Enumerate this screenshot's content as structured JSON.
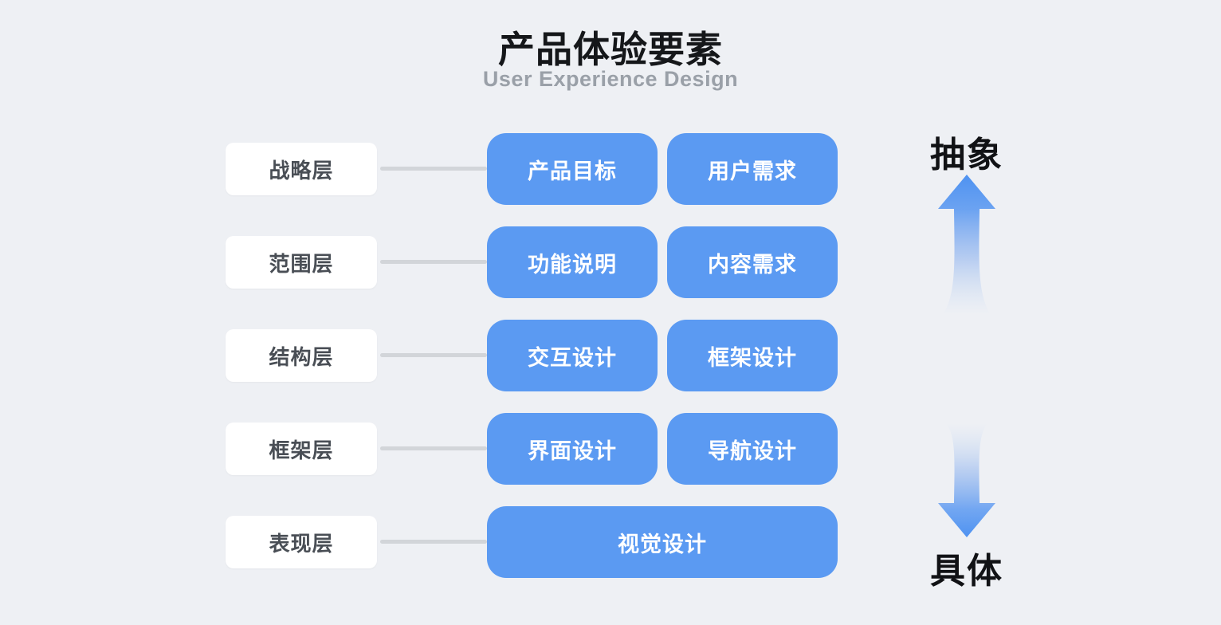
{
  "title": {
    "text": "产品体验要素",
    "subtitle": "User Experience Design"
  },
  "colors": {
    "background": "#eef0f4",
    "element_blue": "#5b9af2",
    "arrow_blue": "#4e92f1",
    "connector_gray": "#d2d5d9",
    "label_box_bg": "#ffffff",
    "label_text": "#494e55",
    "title_text": "#15171a",
    "subtitle_text": "#9aa0a8",
    "axis_text": "#111215"
  },
  "layers": [
    {
      "label": "战略层",
      "items": [
        "产品目标",
        "用户需求"
      ]
    },
    {
      "label": "范围层",
      "items": [
        "功能说明",
        "内容需求"
      ]
    },
    {
      "label": "结构层",
      "items": [
        "交互设计",
        "框架设计"
      ]
    },
    {
      "label": "框架层",
      "items": [
        "界面设计",
        "导航设计"
      ]
    },
    {
      "label": "表现层",
      "items": [
        "视觉设计"
      ]
    }
  ],
  "axis": {
    "top_label": "抽象",
    "bottom_label": "具体",
    "up_icon": "up-arrow-icon",
    "down_icon": "down-arrow-icon"
  }
}
